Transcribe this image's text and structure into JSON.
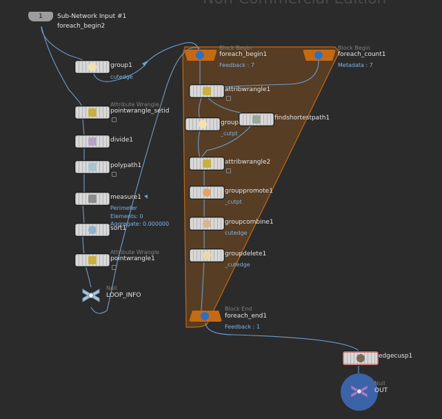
{
  "watermark": "Non-Commercial Edition",
  "subnet_input": {
    "badge": "1",
    "type": "Sub-Network Input #1",
    "name": "foreach_begin2"
  },
  "nodes": {
    "group1": {
      "name": "group1",
      "sub": "cutedge"
    },
    "pointwrangle_setid": {
      "type": "Attribute Wrangle",
      "name": "pointwrangle_setid"
    },
    "divide1": {
      "name": "divide1"
    },
    "polypath1": {
      "name": "polypath1"
    },
    "measure1": {
      "name": "measure1",
      "sub": [
        "Perimeter",
        "Elements: 0",
        "Aggregate: 0.000000"
      ]
    },
    "sort1": {
      "name": "sort1"
    },
    "pointwrangle1": {
      "type": "Attribute Wrangle",
      "name": "pointwrangle1"
    },
    "loop_info": {
      "type": "Null",
      "name": "LOOP_INFO"
    },
    "foreach_begin1": {
      "type": "Block Begin",
      "name": "foreach_begin1",
      "sub": "Feedback : 7"
    },
    "foreach_count1": {
      "type": "Block Begin",
      "name": "foreach_count1",
      "sub": "Metadata : 7"
    },
    "attribwrangle1": {
      "name": "attribwrangle1"
    },
    "group2": {
      "name": "group2",
      "sub": "_cutpt"
    },
    "findshortestpath1": {
      "name": "findshortestpath1"
    },
    "attribwrangle2": {
      "name": "attribwrangle2"
    },
    "grouppromote1": {
      "name": "grouppromote1",
      "sub": "_cutpt"
    },
    "groupcombine1": {
      "name": "groupcombine1",
      "sub": "cutedge"
    },
    "groupdelete1": {
      "name": "groupdelete1",
      "sub": "_cutedge"
    },
    "foreach_end1": {
      "type": "Block End",
      "name": "foreach_end1",
      "sub": "Feedback : 1"
    },
    "edgecusp1": {
      "name": "edgecusp1"
    },
    "out": {
      "type": "Null",
      "name": "OUT"
    }
  },
  "colors": {
    "background": "#2b2b2b",
    "wire": "#6f9fd1",
    "block": "#c56a13",
    "label_blue": "#7fb4e6"
  }
}
